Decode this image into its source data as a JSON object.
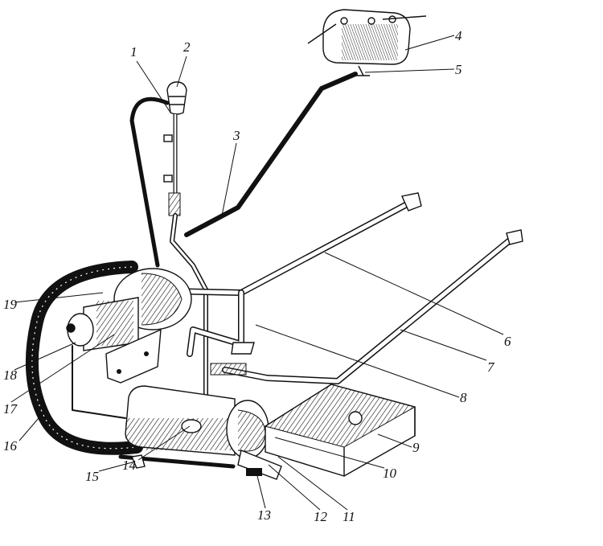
{
  "callouts": {
    "c1": "1",
    "c2": "2",
    "c3": "3",
    "c4": "4",
    "c5": "5",
    "c6": "6",
    "c7": "7",
    "c8": "8",
    "c9": "9",
    "c10": "10",
    "c11": "11",
    "c12": "12",
    "c13": "13",
    "c14": "14",
    "c15": "15",
    "c16": "16",
    "c17": "17",
    "c18": "18",
    "c19": "19"
  },
  "colors": {
    "ink": "#111111",
    "paper": "#ffffff"
  }
}
